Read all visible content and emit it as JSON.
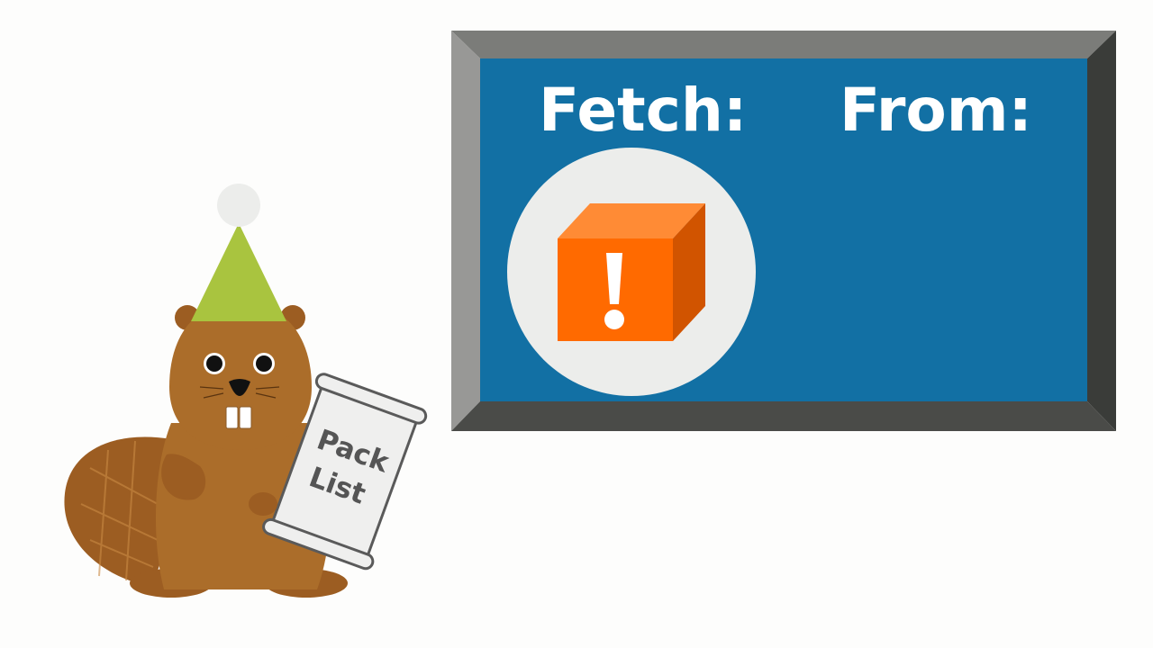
{
  "board": {
    "fetch_label": "Fetch:",
    "from_label": "From:",
    "fetch_item_icon": "package-alert-icon",
    "colors": {
      "board_blue": "#1270a4",
      "frame_top": "#7b7c79",
      "frame_left": "#989896",
      "frame_right": "#3a3c39",
      "frame_bottom": "#4a4b48",
      "package_orange": "#ff6a00"
    }
  },
  "beaver": {
    "character": "beaver-mascot",
    "hat_color": "#a9c43f",
    "fur_color": "#ab6d2a",
    "scroll": {
      "line1": "Pack",
      "line2": "List"
    }
  }
}
